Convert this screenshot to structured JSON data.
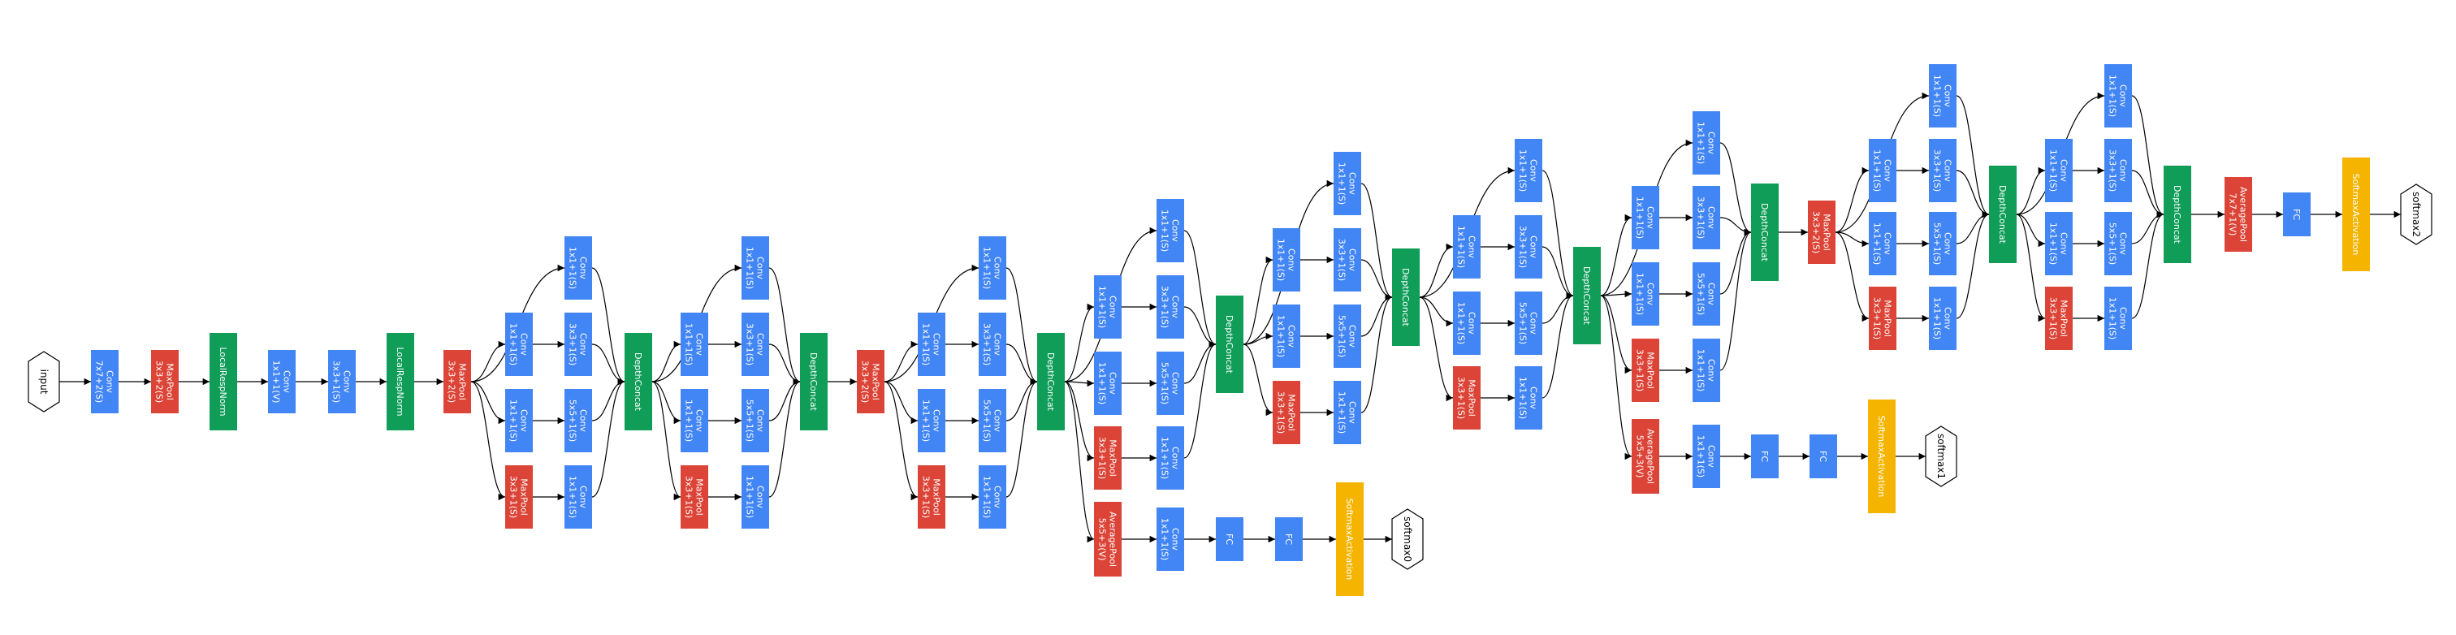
{
  "colors": {
    "conv": "#4285f4",
    "pool": "#db4437",
    "norm": "#0f9d58",
    "softmax": "#f4b400",
    "edge": "#000000",
    "io_stroke": "#000000"
  },
  "nodes": [
    {
      "id": "input",
      "kind": "io",
      "lines": [
        "input"
      ]
    },
    {
      "id": "conv1",
      "kind": "conv",
      "lines": [
        "Conv",
        "7x7+2(S)"
      ]
    },
    {
      "id": "mp1",
      "kind": "pool",
      "lines": [
        "MaxPool",
        "3x3+2(S)"
      ]
    },
    {
      "id": "lrn1",
      "kind": "norm",
      "lines": [
        "LocalRespNorm"
      ]
    },
    {
      "id": "conv2",
      "kind": "conv",
      "lines": [
        "Conv",
        "1x1+1(V)"
      ]
    },
    {
      "id": "conv3",
      "kind": "conv",
      "lines": [
        "Conv",
        "3x3+1(S)"
      ]
    },
    {
      "id": "lrn2",
      "kind": "norm",
      "lines": [
        "LocalRespNorm"
      ]
    },
    {
      "id": "mp2",
      "kind": "pool",
      "lines": [
        "MaxPool",
        "3x3+2(S)"
      ]
    },
    {
      "id": "a_top",
      "kind": "conv",
      "lines": [
        "Conv",
        "1x1+1(S)"
      ]
    },
    {
      "id": "a_r1",
      "kind": "conv",
      "lines": [
        "Conv",
        "1x1+1(S)"
      ]
    },
    {
      "id": "a_r2",
      "kind": "conv",
      "lines": [
        "Conv",
        "3x3+1(S)"
      ]
    },
    {
      "id": "a_r3",
      "kind": "conv",
      "lines": [
        "Conv",
        "1x1+1(S)"
      ]
    },
    {
      "id": "a_r4",
      "kind": "conv",
      "lines": [
        "Conv",
        "5x5+1(S)"
      ]
    },
    {
      "id": "a_mp",
      "kind": "pool",
      "lines": [
        "MaxPool",
        "3x3+1(S)"
      ]
    },
    {
      "id": "a_r5",
      "kind": "conv",
      "lines": [
        "Conv",
        "1x1+1(S)"
      ]
    },
    {
      "id": "dc1",
      "kind": "norm",
      "lines": [
        "DepthConcat"
      ]
    },
    {
      "id": "b_top",
      "kind": "conv",
      "lines": [
        "Conv",
        "1x1+1(S)"
      ]
    },
    {
      "id": "b_r1",
      "kind": "conv",
      "lines": [
        "Conv",
        "1x1+1(S)"
      ]
    },
    {
      "id": "b_r2",
      "kind": "conv",
      "lines": [
        "Conv",
        "3x3+1(S)"
      ]
    },
    {
      "id": "b_r3",
      "kind": "conv",
      "lines": [
        "Conv",
        "1x1+1(S)"
      ]
    },
    {
      "id": "b_r4",
      "kind": "conv",
      "lines": [
        "Conv",
        "5x5+1(S)"
      ]
    },
    {
      "id": "b_mp",
      "kind": "pool",
      "lines": [
        "MaxPool",
        "3x3+1(S)"
      ]
    },
    {
      "id": "b_r5",
      "kind": "conv",
      "lines": [
        "Conv",
        "1x1+1(S)"
      ]
    },
    {
      "id": "dc2",
      "kind": "norm",
      "lines": [
        "DepthConcat"
      ]
    },
    {
      "id": "mp3",
      "kind": "pool",
      "lines": [
        "MaxPool",
        "3x3+2(S)"
      ]
    },
    {
      "id": "c_top",
      "kind": "conv",
      "lines": [
        "Conv",
        "1x1+1(S)"
      ]
    },
    {
      "id": "c_r1",
      "kind": "conv",
      "lines": [
        "Conv",
        "1x1+1(S)"
      ]
    },
    {
      "id": "c_r2",
      "kind": "conv",
      "lines": [
        "Conv",
        "3x3+1(S)"
      ]
    },
    {
      "id": "c_r3",
      "kind": "conv",
      "lines": [
        "Conv",
        "1x1+1(S)"
      ]
    },
    {
      "id": "c_r4",
      "kind": "conv",
      "lines": [
        "Conv",
        "5x5+1(S)"
      ]
    },
    {
      "id": "c_mp",
      "kind": "pool",
      "lines": [
        "MaxPool",
        "3x3+1(S)"
      ]
    },
    {
      "id": "c_r5",
      "kind": "conv",
      "lines": [
        "Conv",
        "1x1+1(S)"
      ]
    },
    {
      "id": "dc3",
      "kind": "norm",
      "lines": [
        "DepthConcat"
      ]
    },
    {
      "id": "d_top",
      "kind": "conv",
      "lines": [
        "Conv",
        "1x1+1(S)"
      ]
    },
    {
      "id": "d_r1",
      "kind": "conv",
      "lines": [
        "Conv",
        "1x1+1(S)"
      ]
    },
    {
      "id": "d_r2",
      "kind": "conv",
      "lines": [
        "Conv",
        "3x3+1(S)"
      ]
    },
    {
      "id": "d_r3",
      "kind": "conv",
      "lines": [
        "Conv",
        "1x1+1(S)"
      ]
    },
    {
      "id": "d_r4",
      "kind": "conv",
      "lines": [
        "Conv",
        "5x5+1(S)"
      ]
    },
    {
      "id": "d_mp",
      "kind": "pool",
      "lines": [
        "MaxPool",
        "3x3+1(S)"
      ]
    },
    {
      "id": "d_r5",
      "kind": "conv",
      "lines": [
        "Conv",
        "1x1+1(S)"
      ]
    },
    {
      "id": "dc4",
      "kind": "norm",
      "lines": [
        "DepthConcat"
      ]
    },
    {
      "id": "aux0_ap",
      "kind": "pool",
      "lines": [
        "AveragePool",
        "5x5+3(V)"
      ]
    },
    {
      "id": "aux0_conv",
      "kind": "conv",
      "lines": [
        "Conv",
        "1x1+1(S)"
      ]
    },
    {
      "id": "aux0_fc1",
      "kind": "conv",
      "lines": [
        "FC"
      ]
    },
    {
      "id": "aux0_fc2",
      "kind": "conv",
      "lines": [
        "FC"
      ]
    },
    {
      "id": "aux0_sm",
      "kind": "softmax",
      "lines": [
        "SoftmaxActivation"
      ]
    },
    {
      "id": "softmax0",
      "kind": "io",
      "lines": [
        "softmax0"
      ]
    },
    {
      "id": "e_top",
      "kind": "conv",
      "lines": [
        "Conv",
        "1x1+1(S)"
      ]
    },
    {
      "id": "e_r1",
      "kind": "conv",
      "lines": [
        "Conv",
        "1x1+1(S)"
      ]
    },
    {
      "id": "e_r2",
      "kind": "conv",
      "lines": [
        "Conv",
        "3x3+1(S)"
      ]
    },
    {
      "id": "e_r3",
      "kind": "conv",
      "lines": [
        "Conv",
        "1x1+1(S)"
      ]
    },
    {
      "id": "e_r4",
      "kind": "conv",
      "lines": [
        "Conv",
        "5x5+1(S)"
      ]
    },
    {
      "id": "e_mp",
      "kind": "pool",
      "lines": [
        "MaxPool",
        "3x3+1(S)"
      ]
    },
    {
      "id": "e_r5",
      "kind": "conv",
      "lines": [
        "Conv",
        "1x1+1(S)"
      ]
    },
    {
      "id": "dc5",
      "kind": "norm",
      "lines": [
        "DepthConcat"
      ]
    },
    {
      "id": "f_top",
      "kind": "conv",
      "lines": [
        "Conv",
        "1x1+1(S)"
      ]
    },
    {
      "id": "f_r1",
      "kind": "conv",
      "lines": [
        "Conv",
        "1x1+1(S)"
      ]
    },
    {
      "id": "f_r2",
      "kind": "conv",
      "lines": [
        "Conv",
        "3x3+1(S)"
      ]
    },
    {
      "id": "f_r3",
      "kind": "conv",
      "lines": [
        "Conv",
        "1x1+1(S)"
      ]
    },
    {
      "id": "f_r4",
      "kind": "conv",
      "lines": [
        "Conv",
        "5x5+1(S)"
      ]
    },
    {
      "id": "f_mp",
      "kind": "pool",
      "lines": [
        "MaxPool",
        "3x3+1(S)"
      ]
    },
    {
      "id": "f_r5",
      "kind": "conv",
      "lines": [
        "Conv",
        "1x1+1(S)"
      ]
    },
    {
      "id": "dc6",
      "kind": "norm",
      "lines": [
        "DepthConcat"
      ]
    },
    {
      "id": "g_top",
      "kind": "conv",
      "lines": [
        "Conv",
        "1x1+1(S)"
      ]
    },
    {
      "id": "g_r1",
      "kind": "conv",
      "lines": [
        "Conv",
        "1x1+1(S)"
      ]
    },
    {
      "id": "g_r2",
      "kind": "conv",
      "lines": [
        "Conv",
        "3x3+1(S)"
      ]
    },
    {
      "id": "g_r3",
      "kind": "conv",
      "lines": [
        "Conv",
        "1x1+1(S)"
      ]
    },
    {
      "id": "g_r4",
      "kind": "conv",
      "lines": [
        "Conv",
        "5x5+1(S)"
      ]
    },
    {
      "id": "g_mp",
      "kind": "pool",
      "lines": [
        "MaxPool",
        "3x3+1(S)"
      ]
    },
    {
      "id": "g_r5",
      "kind": "conv",
      "lines": [
        "Conv",
        "1x1+1(S)"
      ]
    },
    {
      "id": "dc7",
      "kind": "norm",
      "lines": [
        "DepthConcat"
      ]
    },
    {
      "id": "aux1_ap",
      "kind": "pool",
      "lines": [
        "AveragePool",
        "5x5+3(V)"
      ]
    },
    {
      "id": "aux1_conv",
      "kind": "conv",
      "lines": [
        "Conv",
        "1x1+1(S)"
      ]
    },
    {
      "id": "aux1_fc1",
      "kind": "conv",
      "lines": [
        "FC"
      ]
    },
    {
      "id": "aux1_fc2",
      "kind": "conv",
      "lines": [
        "FC"
      ]
    },
    {
      "id": "aux1_sm",
      "kind": "softmax",
      "lines": [
        "SoftmaxActivation"
      ]
    },
    {
      "id": "softmax1",
      "kind": "io",
      "lines": [
        "softmax1"
      ]
    },
    {
      "id": "mp4",
      "kind": "pool",
      "lines": [
        "MaxPool",
        "3x3+2(S)"
      ]
    },
    {
      "id": "h_top",
      "kind": "conv",
      "lines": [
        "Conv",
        "1x1+1(S)"
      ]
    },
    {
      "id": "h_r1",
      "kind": "conv",
      "lines": [
        "Conv",
        "1x1+1(S)"
      ]
    },
    {
      "id": "h_r2",
      "kind": "conv",
      "lines": [
        "Conv",
        "3x3+1(S)"
      ]
    },
    {
      "id": "h_r3",
      "kind": "conv",
      "lines": [
        "Conv",
        "1x1+1(S)"
      ]
    },
    {
      "id": "h_r4",
      "kind": "conv",
      "lines": [
        "Conv",
        "5x5+1(S)"
      ]
    },
    {
      "id": "h_mp",
      "kind": "pool",
      "lines": [
        "MaxPool",
        "3x3+1(S)"
      ]
    },
    {
      "id": "h_r5",
      "kind": "conv",
      "lines": [
        "Conv",
        "1x1+1(S)"
      ]
    },
    {
      "id": "dc8",
      "kind": "norm",
      "lines": [
        "DepthConcat"
      ]
    },
    {
      "id": "i_top",
      "kind": "conv",
      "lines": [
        "Conv",
        "1x1+1(S)"
      ]
    },
    {
      "id": "i_r1",
      "kind": "conv",
      "lines": [
        "Conv",
        "1x1+1(S)"
      ]
    },
    {
      "id": "i_r2",
      "kind": "conv",
      "lines": [
        "Conv",
        "3x3+1(S)"
      ]
    },
    {
      "id": "i_r3",
      "kind": "conv",
      "lines": [
        "Conv",
        "1x1+1(S)"
      ]
    },
    {
      "id": "i_r4",
      "kind": "conv",
      "lines": [
        "Conv",
        "5x5+1(S)"
      ]
    },
    {
      "id": "i_mp",
      "kind": "pool",
      "lines": [
        "MaxPool",
        "3x3+1(S)"
      ]
    },
    {
      "id": "i_r5",
      "kind": "conv",
      "lines": [
        "Conv",
        "1x1+1(S)"
      ]
    },
    {
      "id": "dc9",
      "kind": "norm",
      "lines": [
        "DepthConcat"
      ]
    },
    {
      "id": "final_ap",
      "kind": "pool",
      "lines": [
        "AveragePool",
        "7x7+1(V)"
      ]
    },
    {
      "id": "final_fc",
      "kind": "conv",
      "lines": [
        "FC"
      ]
    },
    {
      "id": "final_sm",
      "kind": "softmax",
      "lines": [
        "SoftmaxActivation"
      ]
    },
    {
      "id": "softmax2",
      "kind": "io",
      "lines": [
        "softmax2"
      ]
    }
  ],
  "edges": [
    [
      "input",
      "conv1"
    ],
    [
      "conv1",
      "mp1"
    ],
    [
      "mp1",
      "lrn1"
    ],
    [
      "lrn1",
      "conv2"
    ],
    [
      "conv2",
      "conv3"
    ],
    [
      "conv3",
      "lrn2"
    ],
    [
      "lrn2",
      "mp2"
    ],
    [
      "mp2",
      "a_top"
    ],
    [
      "mp2",
      "a_r1"
    ],
    [
      "mp2",
      "a_r3"
    ],
    [
      "mp2",
      "a_mp"
    ],
    [
      "a_r1",
      "a_r2"
    ],
    [
      "a_r3",
      "a_r4"
    ],
    [
      "a_mp",
      "a_r5"
    ],
    [
      "a_top",
      "dc1"
    ],
    [
      "a_r2",
      "dc1"
    ],
    [
      "a_r4",
      "dc1"
    ],
    [
      "a_r5",
      "dc1"
    ],
    [
      "dc1",
      "b_top"
    ],
    [
      "dc1",
      "b_r1"
    ],
    [
      "dc1",
      "b_r3"
    ],
    [
      "dc1",
      "b_mp"
    ],
    [
      "b_r1",
      "b_r2"
    ],
    [
      "b_r3",
      "b_r4"
    ],
    [
      "b_mp",
      "b_r5"
    ],
    [
      "b_top",
      "dc2"
    ],
    [
      "b_r2",
      "dc2"
    ],
    [
      "b_r4",
      "dc2"
    ],
    [
      "b_r5",
      "dc2"
    ],
    [
      "dc2",
      "mp3"
    ],
    [
      "mp3",
      "c_top"
    ],
    [
      "mp3",
      "c_r1"
    ],
    [
      "mp3",
      "c_r3"
    ],
    [
      "mp3",
      "c_mp"
    ],
    [
      "c_r1",
      "c_r2"
    ],
    [
      "c_r3",
      "c_r4"
    ],
    [
      "c_mp",
      "c_r5"
    ],
    [
      "c_top",
      "dc3"
    ],
    [
      "c_r2",
      "dc3"
    ],
    [
      "c_r4",
      "dc3"
    ],
    [
      "c_r5",
      "dc3"
    ],
    [
      "dc3",
      "d_top"
    ],
    [
      "dc3",
      "d_r1"
    ],
    [
      "dc3",
      "d_r3"
    ],
    [
      "dc3",
      "d_mp"
    ],
    [
      "dc3",
      "aux0_ap"
    ],
    [
      "d_r1",
      "d_r2"
    ],
    [
      "d_r3",
      "d_r4"
    ],
    [
      "d_mp",
      "d_r5"
    ],
    [
      "d_top",
      "dc4"
    ],
    [
      "d_r2",
      "dc4"
    ],
    [
      "d_r4",
      "dc4"
    ],
    [
      "d_r5",
      "dc4"
    ],
    [
      "aux0_ap",
      "aux0_conv"
    ],
    [
      "aux0_conv",
      "aux0_fc1"
    ],
    [
      "aux0_fc1",
      "aux0_fc2"
    ],
    [
      "aux0_fc2",
      "aux0_sm"
    ],
    [
      "aux0_sm",
      "softmax0"
    ],
    [
      "dc4",
      "e_top"
    ],
    [
      "dc4",
      "e_r1"
    ],
    [
      "dc4",
      "e_r3"
    ],
    [
      "dc4",
      "e_mp"
    ],
    [
      "e_r1",
      "e_r2"
    ],
    [
      "e_r3",
      "e_r4"
    ],
    [
      "e_mp",
      "e_r5"
    ],
    [
      "e_top",
      "dc5"
    ],
    [
      "e_r2",
      "dc5"
    ],
    [
      "e_r4",
      "dc5"
    ],
    [
      "e_r5",
      "dc5"
    ],
    [
      "dc5",
      "f_top"
    ],
    [
      "dc5",
      "f_r1"
    ],
    [
      "dc5",
      "f_r3"
    ],
    [
      "dc5",
      "f_mp"
    ],
    [
      "f_r1",
      "f_r2"
    ],
    [
      "f_r3",
      "f_r4"
    ],
    [
      "f_mp",
      "f_r5"
    ],
    [
      "f_top",
      "dc6"
    ],
    [
      "f_r2",
      "dc6"
    ],
    [
      "f_r4",
      "dc6"
    ],
    [
      "f_r5",
      "dc6"
    ],
    [
      "dc6",
      "g_top"
    ],
    [
      "dc6",
      "g_r1"
    ],
    [
      "dc6",
      "g_r3"
    ],
    [
      "dc6",
      "g_mp"
    ],
    [
      "dc6",
      "aux1_ap"
    ],
    [
      "g_r1",
      "g_r2"
    ],
    [
      "g_r3",
      "g_r4"
    ],
    [
      "g_mp",
      "g_r5"
    ],
    [
      "g_top",
      "dc7"
    ],
    [
      "g_r2",
      "dc7"
    ],
    [
      "g_r4",
      "dc7"
    ],
    [
      "g_r5",
      "dc7"
    ],
    [
      "aux1_ap",
      "aux1_conv"
    ],
    [
      "aux1_conv",
      "aux1_fc1"
    ],
    [
      "aux1_fc1",
      "aux1_fc2"
    ],
    [
      "aux1_fc2",
      "aux1_sm"
    ],
    [
      "aux1_sm",
      "softmax1"
    ],
    [
      "dc7",
      "mp4"
    ],
    [
      "mp4",
      "h_top"
    ],
    [
      "mp4",
      "h_r1"
    ],
    [
      "mp4",
      "h_r3"
    ],
    [
      "mp4",
      "h_mp"
    ],
    [
      "h_r1",
      "h_r2"
    ],
    [
      "h_r3",
      "h_r4"
    ],
    [
      "h_mp",
      "h_r5"
    ],
    [
      "h_top",
      "dc8"
    ],
    [
      "h_r2",
      "dc8"
    ],
    [
      "h_r4",
      "dc8"
    ],
    [
      "h_r5",
      "dc8"
    ],
    [
      "dc8",
      "i_top"
    ],
    [
      "dc8",
      "i_r1"
    ],
    [
      "dc8",
      "i_r3"
    ],
    [
      "dc8",
      "i_mp"
    ],
    [
      "i_r1",
      "i_r2"
    ],
    [
      "i_r3",
      "i_r4"
    ],
    [
      "i_mp",
      "i_r5"
    ],
    [
      "i_top",
      "dc9"
    ],
    [
      "i_r2",
      "dc9"
    ],
    [
      "i_r4",
      "dc9"
    ],
    [
      "i_r5",
      "dc9"
    ],
    [
      "dc9",
      "final_ap"
    ],
    [
      "final_ap",
      "final_fc"
    ],
    [
      "final_fc",
      "final_sm"
    ],
    [
      "final_sm",
      "softmax2"
    ]
  ]
}
